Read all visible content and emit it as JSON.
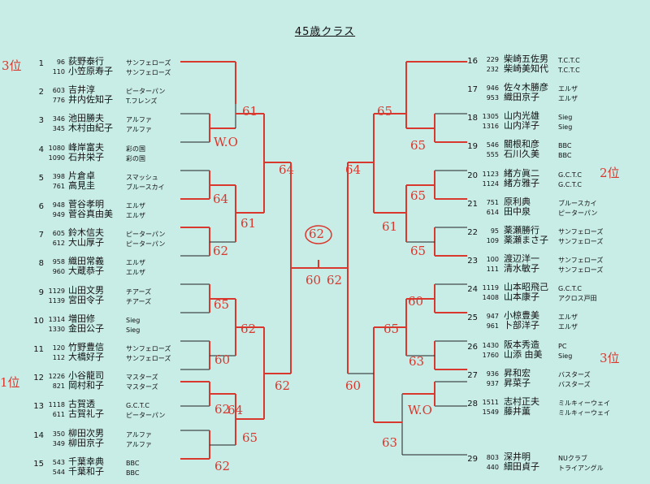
{
  "title": "45歳クラス",
  "left": [
    {
      "num": "1",
      "players": [
        [
          "96",
          "荻野泰行",
          "サンフェローズ"
        ],
        [
          "110",
          "小笠原寿子",
          "サンフェローズ"
        ]
      ]
    },
    {
      "num": "2",
      "players": [
        [
          "603",
          "吉井淳",
          "ピーターパン"
        ],
        [
          "776",
          "井内佐知子",
          "T.フレンズ"
        ]
      ]
    },
    {
      "num": "3",
      "players": [
        [
          "346",
          "池田勝夫",
          "アルファ"
        ],
        [
          "345",
          "木村由紀子",
          "アルファ"
        ]
      ]
    },
    {
      "num": "4",
      "players": [
        [
          "1080",
          "峰岸富夫",
          "彩の国"
        ],
        [
          "1090",
          "石井栄子",
          "彩の国"
        ]
      ]
    },
    {
      "num": "5",
      "players": [
        [
          "398",
          "片倉卓",
          "スマッシュ"
        ],
        [
          "761",
          "高見圭",
          "ブルースカイ"
        ]
      ]
    },
    {
      "num": "6",
      "players": [
        [
          "948",
          "菅谷孝明",
          "エルザ"
        ],
        [
          "949",
          "菅谷真由美",
          "エルザ"
        ]
      ]
    },
    {
      "num": "7",
      "players": [
        [
          "605",
          "鈴木信夫",
          "ピーターパン"
        ],
        [
          "612",
          "大山厚子",
          "ピーターパン"
        ]
      ]
    },
    {
      "num": "8",
      "players": [
        [
          "958",
          "織田常義",
          "エルザ"
        ],
        [
          "960",
          "大蔵恭子",
          "エルザ"
        ]
      ]
    },
    {
      "num": "9",
      "players": [
        [
          "1129",
          "山田文男",
          "チアーズ"
        ],
        [
          "1139",
          "宮田令子",
          "チアーズ"
        ]
      ]
    },
    {
      "num": "10",
      "players": [
        [
          "1314",
          "増田修",
          "Sieg"
        ],
        [
          "1330",
          "金田公子",
          "Sieg"
        ]
      ]
    },
    {
      "num": "11",
      "players": [
        [
          "120",
          "竹野豊信",
          "サンフェローズ"
        ],
        [
          "112",
          "大橋好子",
          "サンフェローズ"
        ]
      ]
    },
    {
      "num": "12",
      "players": [
        [
          "1226",
          "小谷龍司",
          "マスターズ"
        ],
        [
          "821",
          "岡村和子",
          "マスターズ"
        ]
      ]
    },
    {
      "num": "13",
      "players": [
        [
          "1118",
          "古賀透",
          "G.C.T.C"
        ],
        [
          "611",
          "古賀礼子",
          "ピーターパン"
        ]
      ]
    },
    {
      "num": "14",
      "players": [
        [
          "350",
          "柳田次男",
          "アルファ"
        ],
        [
          "349",
          "柳田京子",
          "アルファ"
        ]
      ]
    },
    {
      "num": "15",
      "players": [
        [
          "543",
          "千葉幸典",
          "BBC"
        ],
        [
          "544",
          "千葉和子",
          "BBC"
        ]
      ]
    }
  ],
  "right": [
    {
      "num": "16",
      "players": [
        [
          "229",
          "柴崎五佐男",
          "T.C.T.C"
        ],
        [
          "232",
          "柴崎美知代",
          "T.C.T.C"
        ]
      ]
    },
    {
      "num": "17",
      "players": [
        [
          "946",
          "佐々木勝彦",
          "エルザ"
        ],
        [
          "953",
          "織田京子",
          "エルザ"
        ]
      ]
    },
    {
      "num": "18",
      "players": [
        [
          "1305",
          "山内光雄",
          "Sieg"
        ],
        [
          "1316",
          "山内洋子",
          "Sieg"
        ]
      ]
    },
    {
      "num": "19",
      "players": [
        [
          "546",
          "關根和彦",
          "BBC"
        ],
        [
          "555",
          "石川久美",
          "BBC"
        ]
      ]
    },
    {
      "num": "20",
      "players": [
        [
          "1123",
          "緒方眞二",
          "G.C.T.C"
        ],
        [
          "1124",
          "緒方雅子",
          "G.C.T.C"
        ]
      ]
    },
    {
      "num": "21",
      "players": [
        [
          "751",
          "原利典",
          "ブルースカイ"
        ],
        [
          "614",
          "田中泉",
          "ピーターパン"
        ]
      ]
    },
    {
      "num": "22",
      "players": [
        [
          "95",
          "薬瀬勝行",
          "サンフェローズ"
        ],
        [
          "109",
          "薬瀬まさ子",
          "サンフェローズ"
        ]
      ]
    },
    {
      "num": "23",
      "players": [
        [
          "100",
          "渡辺洋一",
          "サンフェローズ"
        ],
        [
          "111",
          "清水敏子",
          "サンフェローズ"
        ]
      ]
    },
    {
      "num": "24",
      "players": [
        [
          "1119",
          "山本昭飛己",
          "G.C.T.C"
        ],
        [
          "1408",
          "山本康子",
          "アクロス戸田"
        ]
      ]
    },
    {
      "num": "25",
      "players": [
        [
          "947",
          "小椋豊美",
          "エルザ"
        ],
        [
          "961",
          "卜部洋子",
          "エルザ"
        ]
      ]
    },
    {
      "num": "26",
      "players": [
        [
          "1430",
          "阪本秀造",
          "PC"
        ],
        [
          "1760",
          "山添 由美",
          "Sieg"
        ]
      ]
    },
    {
      "num": "27",
      "players": [
        [
          "936",
          "昇和宏",
          "バスターズ"
        ],
        [
          "937",
          "昇菜子",
          "バスターズ"
        ]
      ]
    },
    {
      "num": "28",
      "players": [
        [
          "1511",
          "志村正夫",
          "ミルキィーウェイ"
        ],
        [
          "1549",
          "藤井薫",
          "ミルキィーウェイ"
        ]
      ]
    },
    {
      "num": "29",
      "players": [
        [
          "803",
          "深井明",
          "NUクラブ"
        ],
        [
          "440",
          "細田貞子",
          "トライアングル"
        ]
      ]
    }
  ],
  "annotations": [
    "3位",
    "1位",
    "2位",
    "3位"
  ],
  "scores": [
    "61",
    "W.O",
    "64",
    "64",
    "61",
    "62",
    "60",
    "65",
    "62",
    "60",
    "64",
    "62",
    "62",
    "65",
    "62",
    "62",
    "65",
    "65",
    "64",
    "65",
    "61",
    "65",
    "60",
    "65",
    "63",
    "W.O",
    "63",
    "60"
  ],
  "colors": {
    "background": "#c8ece6",
    "ink": "#111111",
    "red": "#d9382e"
  }
}
